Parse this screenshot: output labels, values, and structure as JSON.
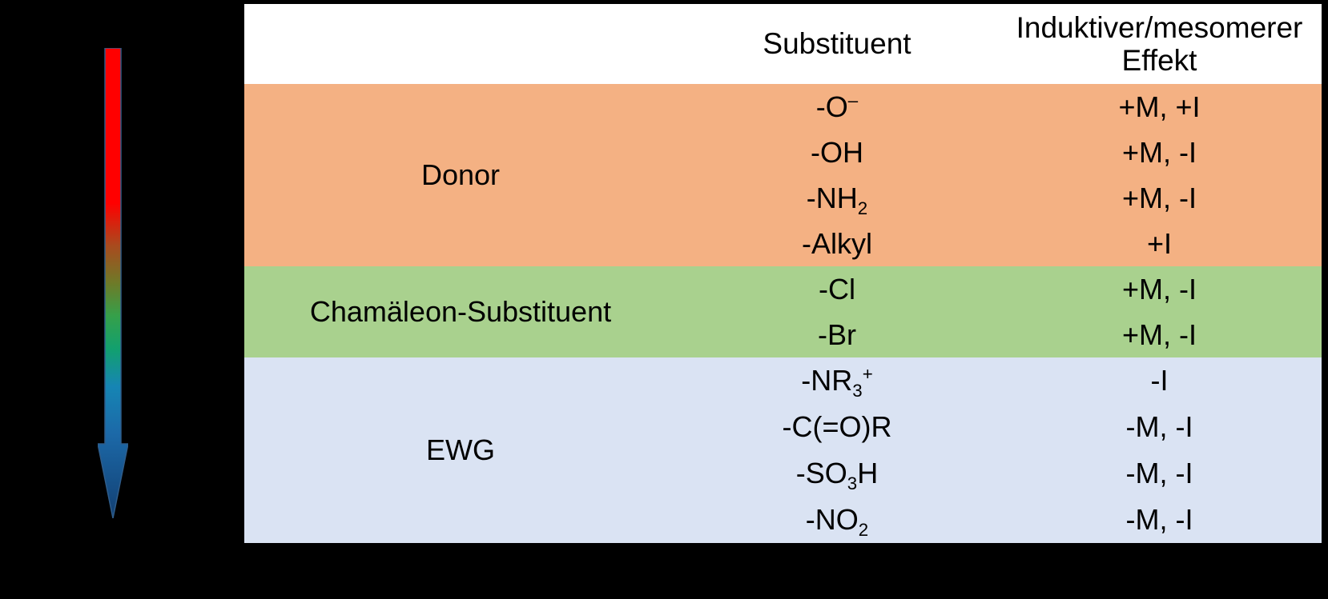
{
  "figure": {
    "background_color": "#000000",
    "arrow": {
      "name": "strength-gradient-arrow",
      "direction": "down",
      "stops": [
        "#FF0000",
        "#C23A17",
        "#7A6A1E",
        "#3C9A3C",
        "#1C9B6E",
        "#1878A8",
        "#1F5FA0",
        "#16487F"
      ]
    }
  },
  "table": {
    "border_color": "#808080",
    "columns": [
      {
        "key": "class",
        "header": ""
      },
      {
        "key": "subst",
        "header": "Substituent"
      },
      {
        "key": "effect",
        "header": "Induktiver/mesomerer Effekt"
      }
    ],
    "header": {
      "class_label": "",
      "substituent_label": "Substituent",
      "effect_label_line1": "Induktiver/mesomerer",
      "effect_label_line2": "Effekt"
    },
    "groups": [
      {
        "name": "donor",
        "label": "Donor",
        "color": "#F4B183",
        "rows": [
          {
            "substituent": "-O",
            "sub": "",
            "sup": "–",
            "effect": "+M, +I"
          },
          {
            "substituent": "-OH",
            "sub": "",
            "sup": "",
            "effect": "+M, -I"
          },
          {
            "substituent": "-NH",
            "sub": "2",
            "sup": "",
            "effect": "+M, -I"
          },
          {
            "substituent": "-Alkyl",
            "sub": "",
            "sup": "",
            "effect": "+I"
          }
        ]
      },
      {
        "name": "chamaeleon",
        "label": "Chamäleon-Substituent",
        "color": "#A9D18E",
        "rows": [
          {
            "substituent": "-Cl",
            "sub": "",
            "sup": "",
            "effect": "+M, -I"
          },
          {
            "substituent": "-Br",
            "sub": "",
            "sup": "",
            "effect": "+M, -I"
          }
        ]
      },
      {
        "name": "ewg",
        "label": "EWG",
        "color": "#DAE3F3",
        "rows": [
          {
            "substituent": "-NR",
            "sub": "3",
            "sup": "+",
            "effect": "-I"
          },
          {
            "substituent": "-C(=O)R",
            "sub": "",
            "sup": "",
            "effect": "-M, -I"
          },
          {
            "substituent": "-SO",
            "sub": "3",
            "sup": "",
            "suffix": "H",
            "effect": "-M, -I"
          },
          {
            "substituent": "-NO",
            "sub": "2",
            "sup": "",
            "effect": "-M, -I"
          }
        ]
      }
    ]
  }
}
